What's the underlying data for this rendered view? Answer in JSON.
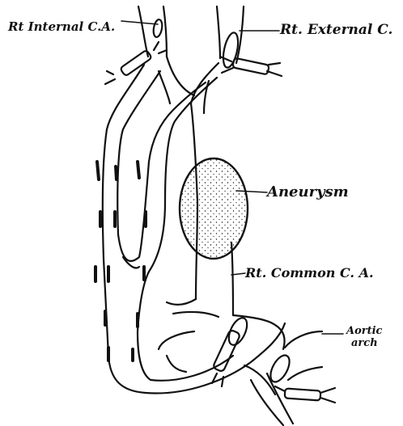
{
  "labels": {
    "internal_ca": "Rt Internal C.A.",
    "external_ca": "Rt. External C.",
    "aneurysm": "Aneurysm",
    "common_ca": "Rt. Common C. A.",
    "aortic_arch_line1": "Aortic",
    "aortic_arch_line2": "arch"
  },
  "colors": {
    "ink": "#111111",
    "background": "#ffffff",
    "aneurysm_fill": "#e6e6e6"
  }
}
